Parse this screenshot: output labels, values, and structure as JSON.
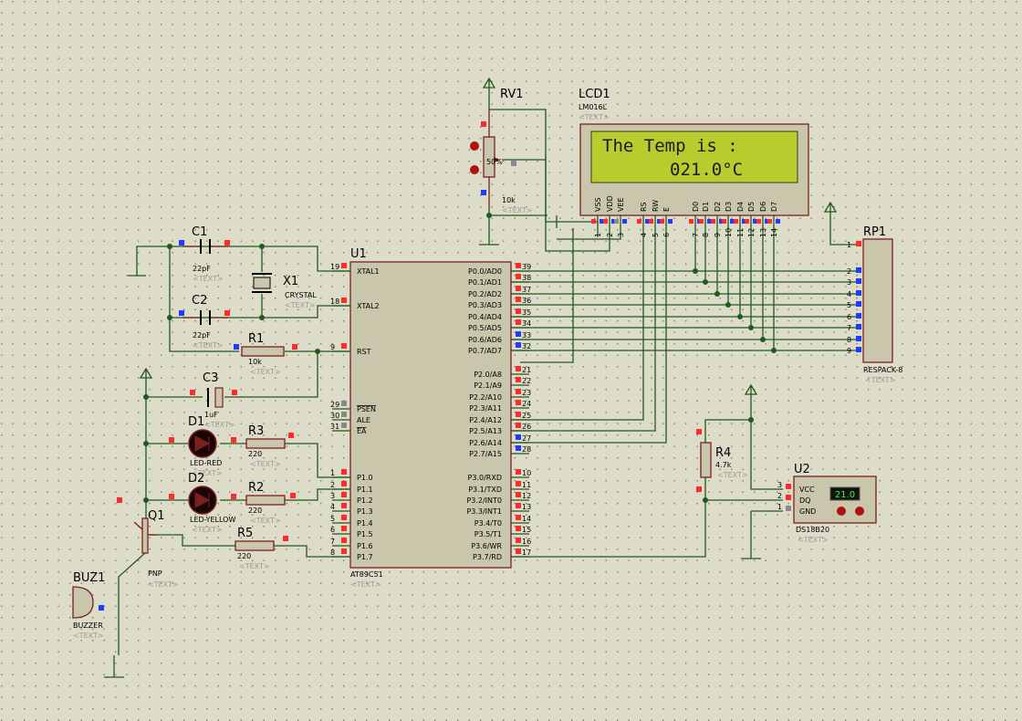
{
  "colors": {
    "background": "#dcdcc8",
    "grid_dot": "#7a7a6a",
    "wire": "#1f5a1f",
    "component_body": "#c9c6ac",
    "component_outline": "#7b2020",
    "pin_red": "#ff2a2a",
    "pin_blue": "#1e3cff",
    "pin_gray": "#8a8a8a",
    "lcd_screen": "#b8cc2e",
    "text_placeholder": "#9a9a9a"
  },
  "components": {
    "rv1": {
      "ref": "RV1",
      "value": "10k",
      "text": "<TEXT>",
      "wiper": "50%"
    },
    "lcd1": {
      "ref": "LCD1",
      "model": "LM016L",
      "text": "<TEXT>",
      "line1": "The Temp is :",
      "line2": "021.0°C",
      "pins": [
        "VSS",
        "VDD",
        "VEE",
        "RS",
        "RW",
        "E",
        "D0",
        "D1",
        "D2",
        "D3",
        "D4",
        "D5",
        "D6",
        "D7"
      ],
      "pin_numbers": [
        "1",
        "2",
        "3",
        "4",
        "5",
        "6",
        "7",
        "8",
        "9",
        "10",
        "11",
        "12",
        "13",
        "14"
      ]
    },
    "c1": {
      "ref": "C1",
      "value": "22pF",
      "text": "<TEXT>"
    },
    "c2": {
      "ref": "C2",
      "value": "22pF",
      "text": "<TEXT>"
    },
    "c3": {
      "ref": "C3",
      "value": "1uF",
      "text": "<TEXT>"
    },
    "x1": {
      "ref": "X1",
      "value": "CRYSTAL",
      "text": "<TEXT>"
    },
    "r1": {
      "ref": "R1",
      "value": "10k",
      "text": "<TEXT>"
    },
    "r2": {
      "ref": "R2",
      "value": "220",
      "text": "<TEXT>"
    },
    "r3": {
      "ref": "R3",
      "value": "220",
      "text": "<TEXT>"
    },
    "r4": {
      "ref": "R4",
      "value": "4.7k",
      "text": "<TEXT>"
    },
    "r5": {
      "ref": "R5",
      "value": "220",
      "text": "<TEXT>"
    },
    "d1": {
      "ref": "D1",
      "value": "LED-RED",
      "text": "<TEXT>"
    },
    "d2": {
      "ref": "D2",
      "value": "LED-YELLOW",
      "text": "<TEXT>"
    },
    "q1": {
      "ref": "Q1",
      "value": "PNP",
      "text": "<TEXT>"
    },
    "buz1": {
      "ref": "BUZ1",
      "value": "BUZZER",
      "text": "<TEXT>"
    },
    "rp1": {
      "ref": "RP1",
      "value": "RESPACK-8",
      "text": "<TEXT>",
      "pins": [
        "1",
        "2",
        "3",
        "4",
        "5",
        "6",
        "7",
        "8",
        "9"
      ]
    },
    "u2": {
      "ref": "U2",
      "model": "DS18B20",
      "text": "<TEXT>",
      "display": "21.0",
      "pins": [
        "VCC",
        "DQ",
        "GND"
      ],
      "pin_numbers": [
        "3",
        "2",
        "1"
      ]
    },
    "u1": {
      "ref": "U1",
      "model": "AT89C51",
      "text": "<TEXT>",
      "left_pins": [
        {
          "num": "19",
          "name": "XTAL1"
        },
        {
          "num": "18",
          "name": "XTAL2"
        },
        {
          "num": "9",
          "name": "RST"
        },
        {
          "num": "29",
          "name": "PSEN"
        },
        {
          "num": "30",
          "name": "ALE"
        },
        {
          "num": "31",
          "name": "EA"
        },
        {
          "num": "1",
          "name": "P1.0"
        },
        {
          "num": "2",
          "name": "P1.1"
        },
        {
          "num": "3",
          "name": "P1.2"
        },
        {
          "num": "4",
          "name": "P1.3"
        },
        {
          "num": "5",
          "name": "P1.4"
        },
        {
          "num": "6",
          "name": "P1.5"
        },
        {
          "num": "7",
          "name": "P1.6"
        },
        {
          "num": "8",
          "name": "P1.7"
        }
      ],
      "right_pins": [
        {
          "num": "39",
          "name": "P0.0/AD0"
        },
        {
          "num": "38",
          "name": "P0.1/AD1"
        },
        {
          "num": "37",
          "name": "P0.2/AD2"
        },
        {
          "num": "36",
          "name": "P0.3/AD3"
        },
        {
          "num": "35",
          "name": "P0.4/AD4"
        },
        {
          "num": "34",
          "name": "P0.5/AD5"
        },
        {
          "num": "33",
          "name": "P0.6/AD6"
        },
        {
          "num": "32",
          "name": "P0.7/AD7"
        },
        {
          "num": "21",
          "name": "P2.0/A8"
        },
        {
          "num": "22",
          "name": "P2.1/A9"
        },
        {
          "num": "23",
          "name": "P2.2/A10"
        },
        {
          "num": "24",
          "name": "P2.3/A11"
        },
        {
          "num": "25",
          "name": "P2.4/A12"
        },
        {
          "num": "26",
          "name": "P2.5/A13"
        },
        {
          "num": "27",
          "name": "P2.6/A14"
        },
        {
          "num": "28",
          "name": "P2.7/A15"
        },
        {
          "num": "10",
          "name": "P3.0/RXD"
        },
        {
          "num": "11",
          "name": "P3.1/TXD"
        },
        {
          "num": "12",
          "name": "P3.2/INT0"
        },
        {
          "num": "13",
          "name": "P3.3/INT1"
        },
        {
          "num": "14",
          "name": "P3.4/T0"
        },
        {
          "num": "15",
          "name": "P3.5/T1"
        },
        {
          "num": "16",
          "name": "P3.6/WR"
        },
        {
          "num": "17",
          "name": "P3.7/RD"
        }
      ]
    }
  }
}
